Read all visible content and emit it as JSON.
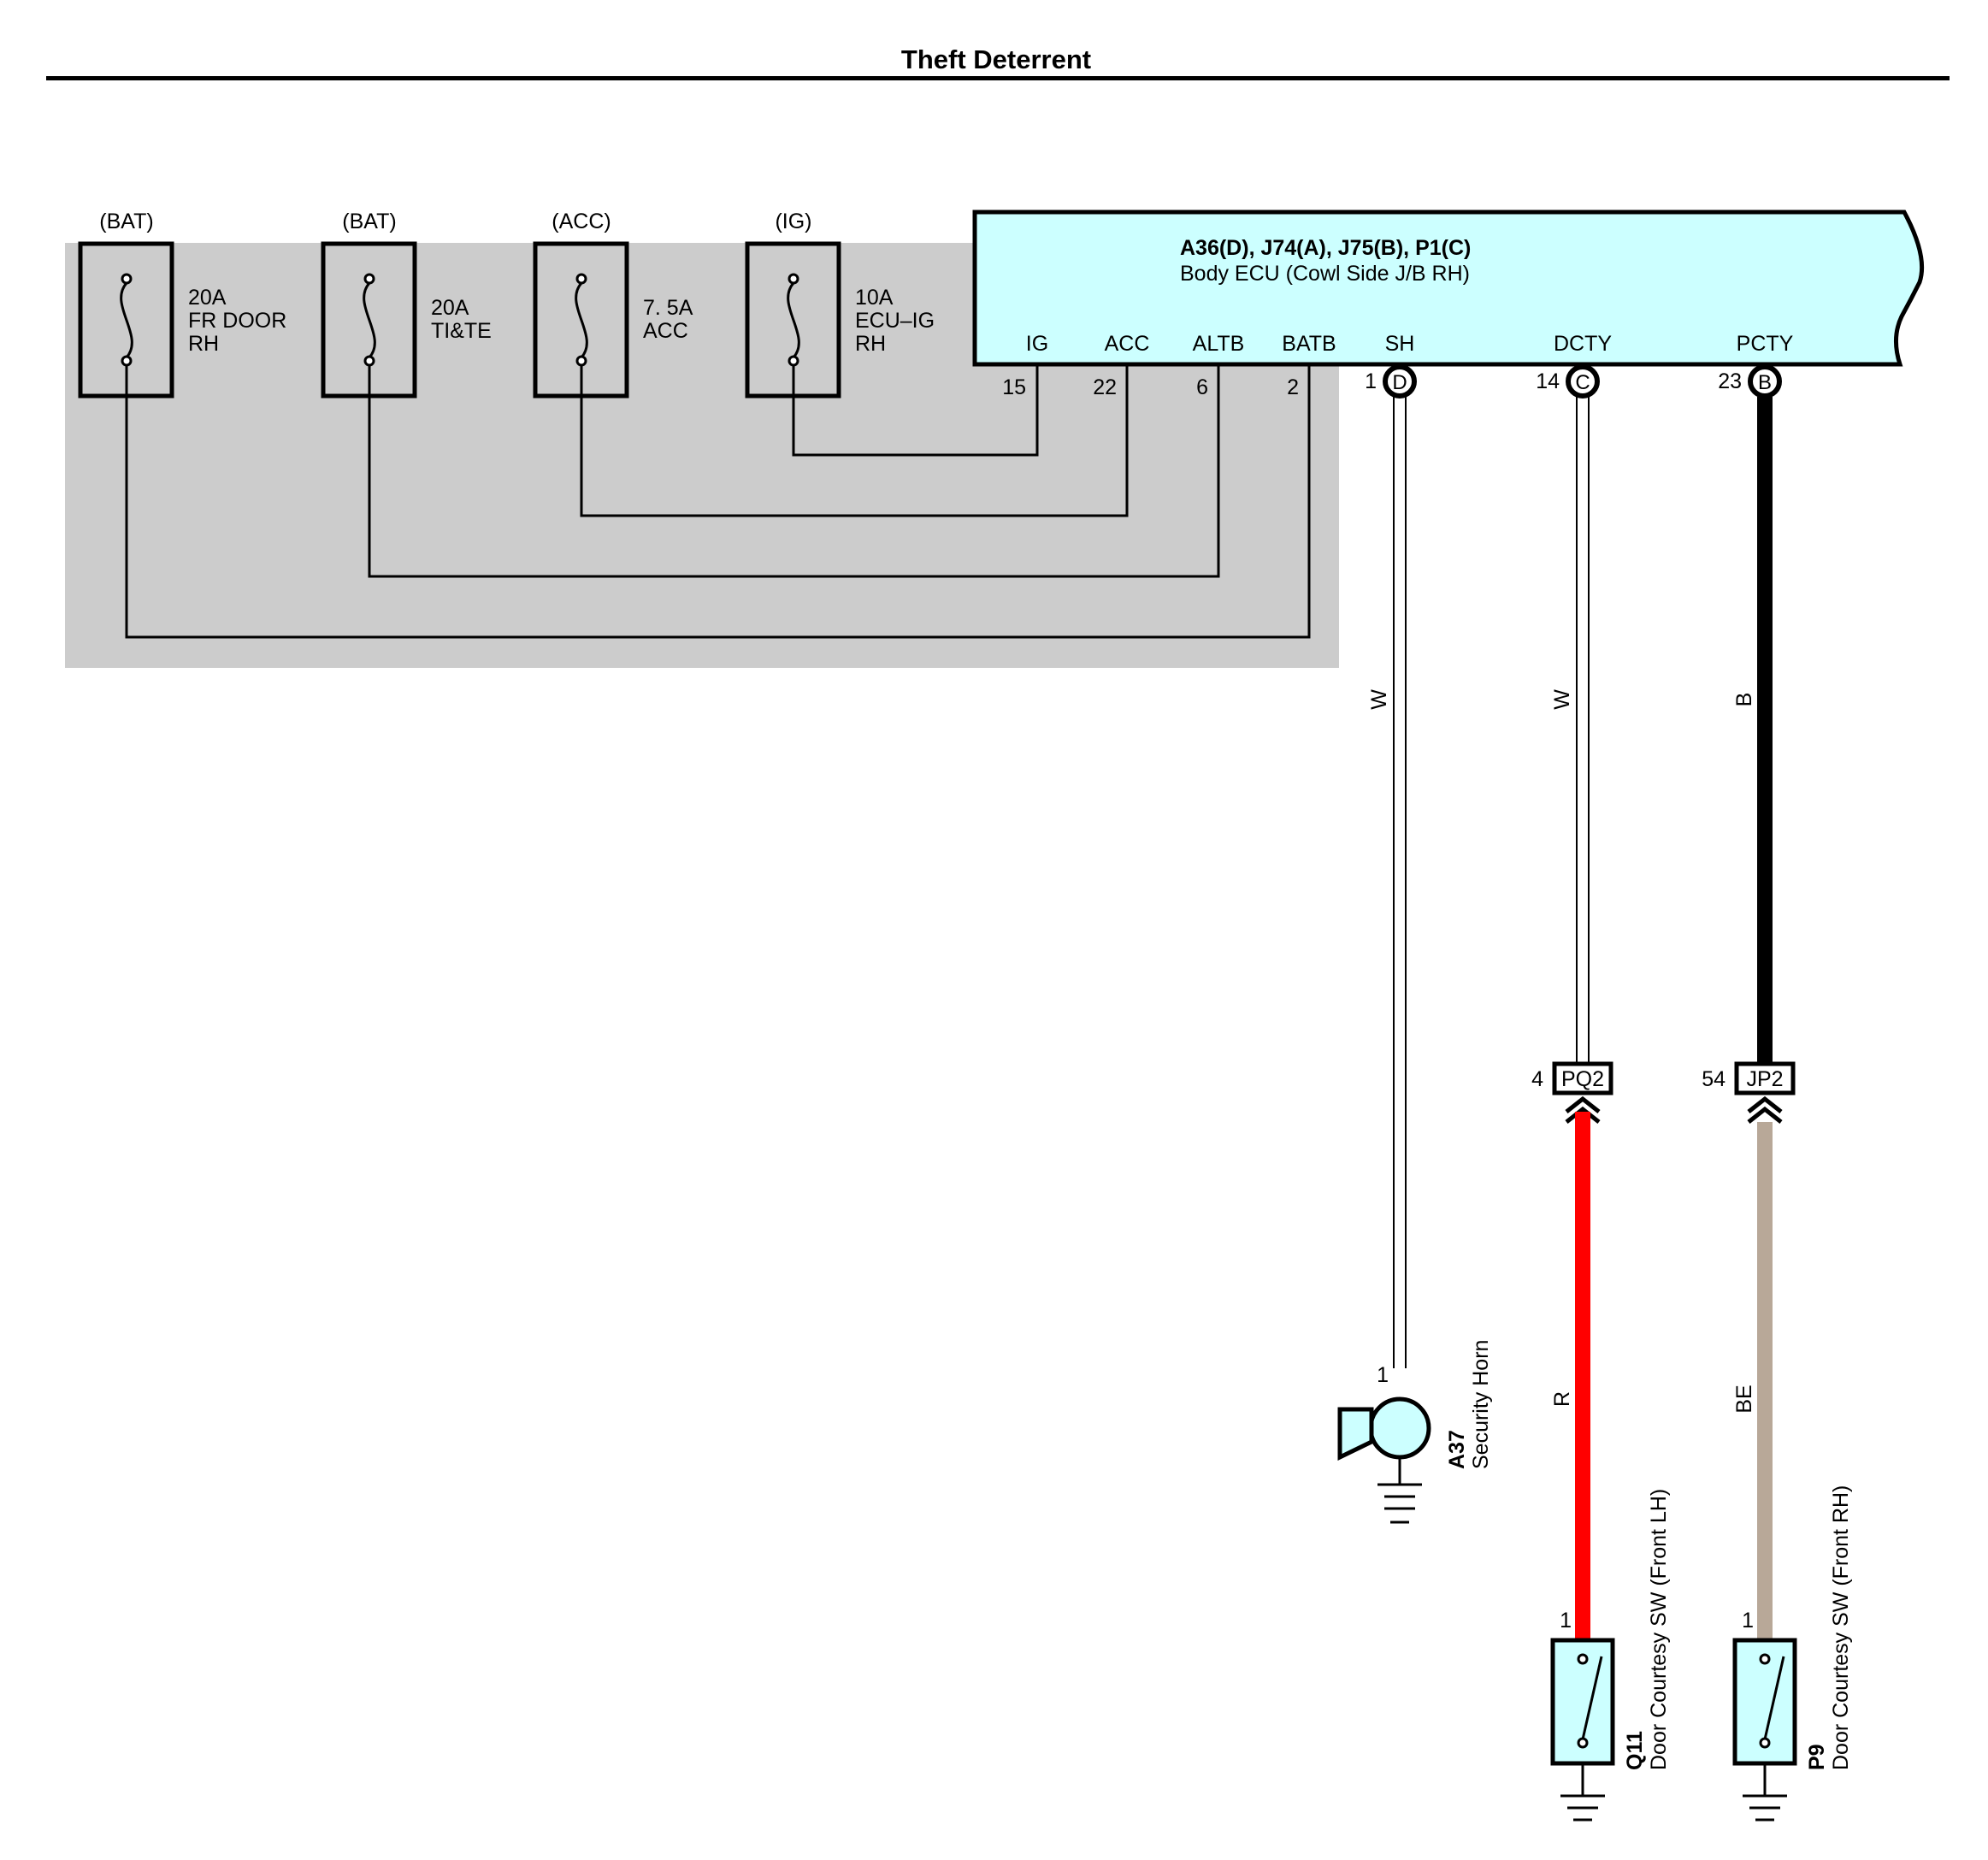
{
  "page": {
    "title": "Theft Deterrent"
  },
  "ecu": {
    "connectors": "A36(D), J74(A), J75(B), P1(C)",
    "name": "Body ECU (Cowl Side J/B RH)",
    "terminals": [
      {
        "name": "IG",
        "pin": "15",
        "connector": ""
      },
      {
        "name": "ACC",
        "pin": "22",
        "connector": ""
      },
      {
        "name": "ALTB",
        "pin": "6",
        "connector": ""
      },
      {
        "name": "BATB",
        "pin": "2",
        "connector": ""
      },
      {
        "name": "SH",
        "pin": "1",
        "connector": "D"
      },
      {
        "name": "DCTY",
        "pin": "14",
        "connector": "C"
      },
      {
        "name": "PCTY",
        "pin": "23",
        "connector": "B"
      }
    ]
  },
  "fuses": [
    {
      "source": "(BAT)",
      "rating": "20A",
      "name_line1": "FR DOOR",
      "name_line2": "RH"
    },
    {
      "source": "(BAT)",
      "rating": "20A",
      "name_line1": "TI&TE",
      "name_line2": ""
    },
    {
      "source": "(ACC)",
      "rating": "7. 5A",
      "name_line1": "ACC",
      "name_line2": ""
    },
    {
      "source": "(IG)",
      "rating": "10A",
      "name_line1": "ECU–IG",
      "name_line2": "RH"
    }
  ],
  "wires": {
    "sh_upper": "W",
    "dcty_upper": "W",
    "pcty_upper": "B",
    "dcty_lower": "R",
    "pcty_lower": "BE"
  },
  "junctions": [
    {
      "pin": "4",
      "name": "PQ2"
    },
    {
      "pin": "54",
      "name": "JP2"
    }
  ],
  "components": [
    {
      "pin": "1",
      "code": "A37",
      "name": "Security Horn"
    },
    {
      "pin": "1",
      "code": "Q11",
      "name": "Door Courtesy SW (Front LH)"
    },
    {
      "pin": "1",
      "code": "P9",
      "name": "Door Courtesy SW (Front RH)"
    }
  ],
  "colors": {
    "ecu_fill": "#ccffff",
    "shaded_area": "#cccccc",
    "wire_red": "#ff0000",
    "wire_beige": "#b8a898",
    "wire_black": "#000000"
  }
}
